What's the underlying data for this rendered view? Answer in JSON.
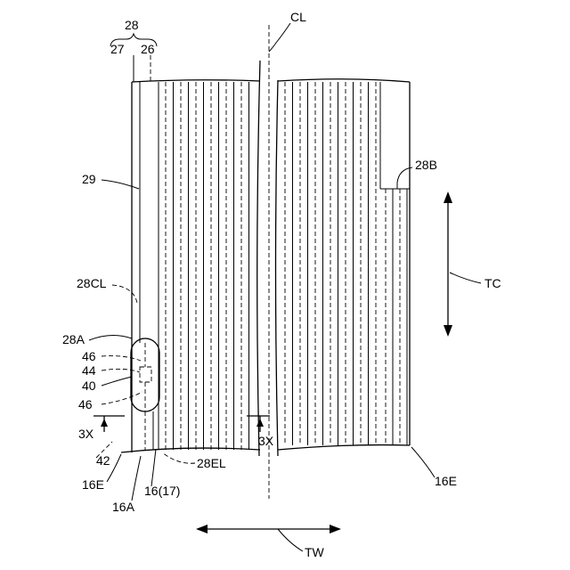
{
  "labels": {
    "ref_28": "28",
    "ref_27": "27",
    "ref_26": "26",
    "ref_cl": "CL",
    "ref_28b": "28B",
    "ref_29": "29",
    "ref_tc": "TC",
    "ref_28cl": "28CL",
    "ref_28a": "28A",
    "ref_46_top": "46",
    "ref_44": "44",
    "ref_40": "40",
    "ref_46_bottom": "46",
    "ref_3x_left": "3X",
    "ref_3x_center": "3X",
    "ref_42": "42",
    "ref_28el": "28EL",
    "ref_16e_left": "16E",
    "ref_16e_right": "16E",
    "ref_16a": "16A",
    "ref_16_17": "16(17)",
    "ref_tw": "TW"
  }
}
